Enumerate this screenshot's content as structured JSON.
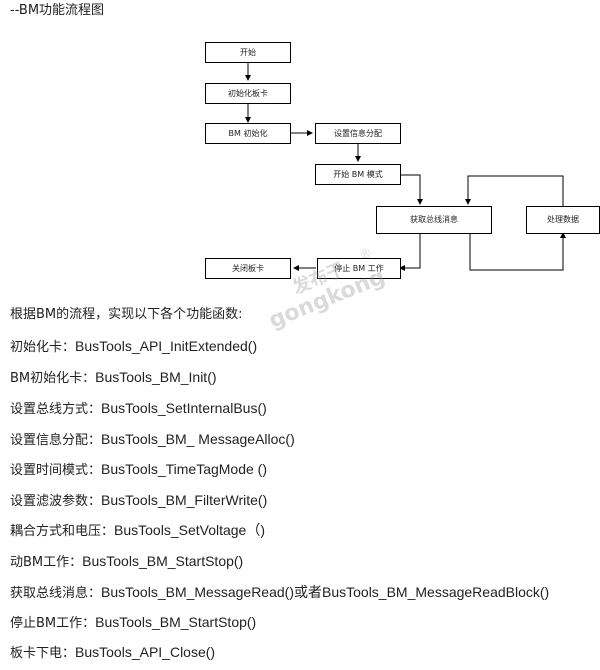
{
  "heading": "--BM功能流程图",
  "diagram": {
    "boxes": {
      "start": "开始",
      "init_board": "初始化板卡",
      "bm_init": "BM 初始化",
      "msg_alloc": "设置信息分配",
      "start_bm": "开始 BM 模式",
      "get_msg": "获取总线消息",
      "process": "处理数据",
      "stop_bm": "停止 BM 工作",
      "close_board": "关闭板卡"
    }
  },
  "intro": "根据BM的流程，实现以下各个功能函数:",
  "functions": [
    {
      "label": "初始化卡：",
      "fn": "BusTools_API_InitExtended()"
    },
    {
      "label": "BM初始化卡：",
      "fn": "BusTools_BM_Init()"
    },
    {
      "label": "设置总线方式：",
      "fn": "BusTools_SetInternalBus()"
    },
    {
      "label": "设置信息分配：",
      "fn": "BusTools_BM_ MessageAlloc()"
    },
    {
      "label": "设置时间模式：",
      "fn": "BusTools_TimeTagMode ()"
    },
    {
      "label": "设置滤波参数：",
      "fn": "BusTools_BM_FilterWrite()"
    },
    {
      "label": "耦合方式和电压：",
      "fn": "BusTools_SetVoltage（)"
    },
    {
      "label": "动BM工作：",
      "fn": "BusTools_BM_StartStop()"
    },
    {
      "label": "获取总线消息：",
      "fn": "BusTools_BM_MessageRead()或者BusTools_BM_MessageReadBlock()"
    },
    {
      "label": "停止BM工作：",
      "fn": "BusTools_BM_StartStop()"
    },
    {
      "label": "板卡下电：",
      "fn": "BusTools_API_Close()"
    }
  ],
  "watermark": {
    "cn": "发布于",
    "en": "gongkong",
    "reg": "®"
  }
}
